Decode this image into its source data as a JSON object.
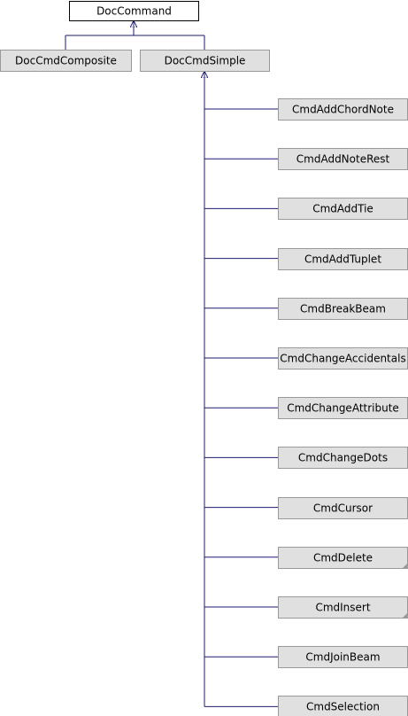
{
  "diagram": {
    "root": {
      "label": "DocCommand"
    },
    "level1": [
      {
        "label": "DocCmdComposite",
        "gray": true,
        "folded": false
      },
      {
        "label": "DocCmdSimple",
        "gray": true,
        "folded": false
      }
    ],
    "children": [
      {
        "label": "CmdAddChordNote",
        "folded": false
      },
      {
        "label": "CmdAddNoteRest",
        "folded": false
      },
      {
        "label": "CmdAddTie",
        "folded": false
      },
      {
        "label": "CmdAddTuplet",
        "folded": false
      },
      {
        "label": "CmdBreakBeam",
        "folded": false
      },
      {
        "label": "CmdChangeAccidentals",
        "folded": false
      },
      {
        "label": "CmdChangeAttribute",
        "folded": false
      },
      {
        "label": "CmdChangeDots",
        "folded": false
      },
      {
        "label": "CmdCursor",
        "folded": false
      },
      {
        "label": "CmdDelete",
        "folded": true
      },
      {
        "label": "CmdInsert",
        "folded": true
      },
      {
        "label": "CmdJoinBeam",
        "folded": false
      },
      {
        "label": "CmdSelection",
        "folded": false
      }
    ],
    "colors": {
      "edge": "#191970",
      "node_border_root": "#000000",
      "node_border": "#999999",
      "node_fill_gray": "#e0e0e0",
      "node_fill": "#ffffff",
      "fold_corner": "#999999"
    }
  }
}
